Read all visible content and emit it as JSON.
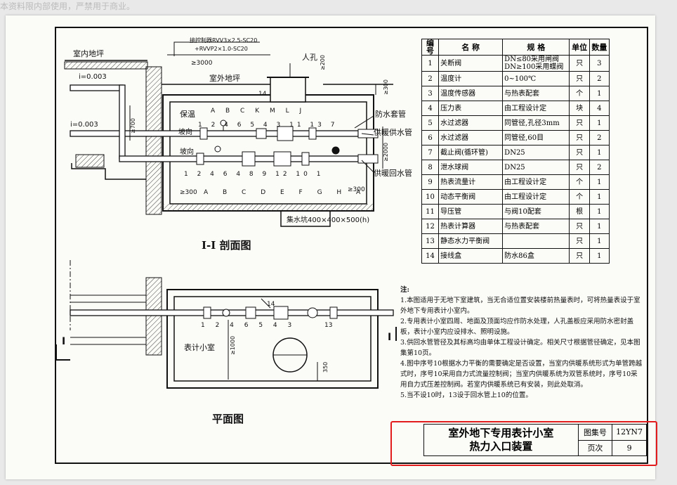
{
  "watermark": "本资料限内部使用，严禁用于商业。",
  "section_view": {
    "caption": "I-I 剖面图",
    "labels": {
      "indoor_floor": "室内地坪",
      "outdoor_floor": "室外地坪",
      "manhole": "人孔",
      "controller_cable_1": "接控制器RVV3×2.5-SC20",
      "controller_cable_2": "+RVVP2×1.0-SC20",
      "slope_1": "i=0.003",
      "slope_2": "i=0.003",
      "insulation": "保温",
      "slope_dir_1": "坡向",
      "slope_dir_2": "坡向",
      "waterproof_sleeve": "防水套管",
      "supply_pipe": "供暖供水管",
      "return_pipe": "供暖回水管",
      "sump": "集水坑400×400×500(h)",
      "dim_3000": "≥3000",
      "dim_700": "≥700",
      "dim_2000": "≥2000",
      "dim_300_top": "≥300",
      "dim_300_left": "≥300",
      "dim_300_right": "≥300",
      "dim_200": "≥200",
      "tag_14": "14",
      "top_letters": "A B C K M L J",
      "bottom_letters": "A B C D E F G H A",
      "top_numbers": "1 2 4 6 5 4 3 11 13 7",
      "bottom_numbers": "1 2 4 6 4 8 9 12 10 1"
    }
  },
  "plan_view": {
    "caption": "平面图",
    "labels": {
      "room": "表计小室",
      "dim_1000": "≥1000",
      "dim_350": "350",
      "tag_14": "14",
      "tag_13": "13",
      "numbers": "1 2 4 6 5 4 3",
      "section_mark_left": "I",
      "section_mark_right": "I"
    }
  },
  "equipment_table": {
    "headers": [
      "编号",
      "名 称",
      "规 格",
      "单位",
      "数量"
    ],
    "rows": [
      {
        "no": "1",
        "name": "关断阀",
        "spec": "DN≤80采用闸阀 DN≥100采用蝶阀",
        "unit": "只",
        "qty": "3"
      },
      {
        "no": "2",
        "name": "温度计",
        "spec": "0~100℃",
        "unit": "只",
        "qty": "2"
      },
      {
        "no": "3",
        "name": "温度传感器",
        "spec": "与热表配套",
        "unit": "个",
        "qty": "1"
      },
      {
        "no": "4",
        "name": "压力表",
        "spec": "由工程设计定",
        "unit": "块",
        "qty": "4"
      },
      {
        "no": "5",
        "name": "水过滤器",
        "spec": "同管径,孔径3mm",
        "unit": "只",
        "qty": "1"
      },
      {
        "no": "6",
        "name": "水过滤器",
        "spec": "同管径,60目",
        "unit": "只",
        "qty": "2"
      },
      {
        "no": "7",
        "name": "截止阀(循环管)",
        "spec": "DN25",
        "unit": "只",
        "qty": "1"
      },
      {
        "no": "8",
        "name": "泄水球阀",
        "spec": "DN25",
        "unit": "只",
        "qty": "2"
      },
      {
        "no": "9",
        "name": "热表流量计",
        "spec": "由工程设计定",
        "unit": "个",
        "qty": "1"
      },
      {
        "no": "10",
        "name": "动态平衡阀",
        "spec": "由工程设计定",
        "unit": "个",
        "qty": "1"
      },
      {
        "no": "11",
        "name": "导压管",
        "spec": "与阀10配套",
        "unit": "根",
        "qty": "1"
      },
      {
        "no": "12",
        "name": "热表计算器",
        "spec": "与热表配套",
        "unit": "只",
        "qty": "1"
      },
      {
        "no": "13",
        "name": "静态水力平衡阀",
        "spec": "",
        "unit": "只",
        "qty": "1"
      },
      {
        "no": "14",
        "name": "接线盒",
        "spec": "防水86盒",
        "unit": "只",
        "qty": "1"
      }
    ]
  },
  "notes": {
    "heading": "注:",
    "items": [
      "1.本图适用于无地下室建筑，当无合适位置安装楼前热量表时，可将热量表设于室外地下专用表计小室内。",
      "2.专用表计小室四周、地面及顶面均应作防水处理，人孔盖板应采用防水密封盖板，表计小室内应设排水、照明设施。",
      "3.供回水管管径及其标高均由单体工程设计确定。相关尺寸根据管径确定，见本图集第10页。",
      "4.图中序号10根据水力平衡的需要确定是否设置，当室内供暖系统形式为单管跨越式时，序号10采用自力式流量控制阀；当室内供暖系统为双管系统时，序号10采用自力式压差控制阀。若室内供暖系统已有安装，则此处取消。",
      "5.当不设10时，13设于回水管上10的位置。"
    ]
  },
  "title_block": {
    "title_line1": "室外地下专用表计小室",
    "title_line2": "热力入口装置",
    "atlas_label": "图集号",
    "atlas_value": "12YN7",
    "page_label": "页次",
    "page_value": "9"
  },
  "colors": {
    "highlight_box": "#e21c1c",
    "ink": "#111111",
    "paper": "#fbfbf8",
    "background": "#e9e9e9"
  }
}
